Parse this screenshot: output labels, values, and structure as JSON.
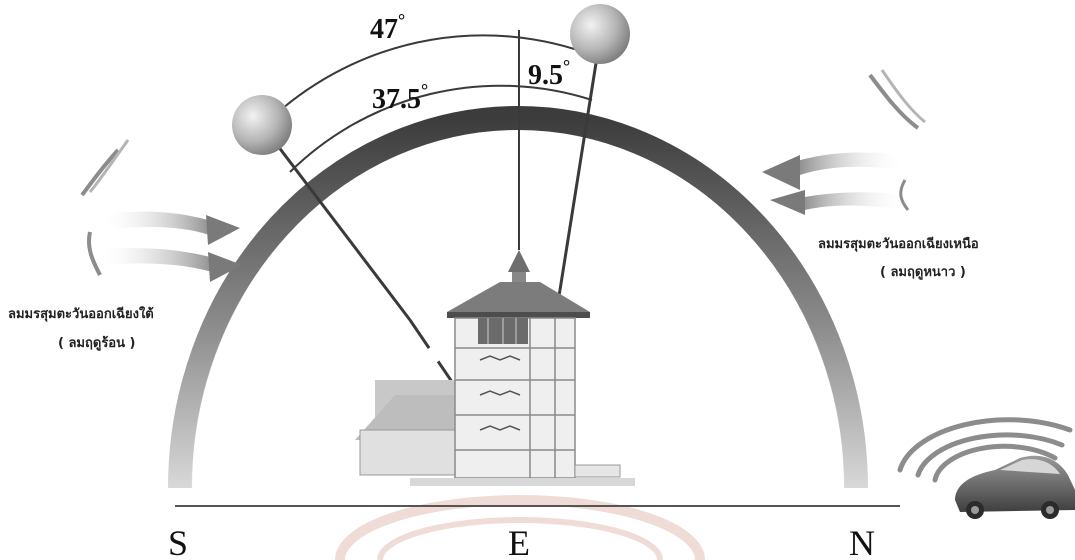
{
  "angles": {
    "total": "47",
    "south": "37.5",
    "north": "9.5",
    "degree_symbol": "°"
  },
  "directions": {
    "south": "S",
    "east": "E",
    "north": "N"
  },
  "winds": {
    "southwest_line1": "ลมมรสุมตะวันออกเฉียงใต้",
    "southwest_line2": "( ลมฤดูร้อน )",
    "northeast_line1": "ลมมรสุมตะวันออกเฉียงเหนือ",
    "northeast_line2": "( ลมฤดูหนาว )"
  },
  "colors": {
    "dome": "#5a5a5a",
    "sun": "#b8b8b8",
    "line": "#3a3a3a",
    "signal_rings": "#8c8c8c"
  }
}
